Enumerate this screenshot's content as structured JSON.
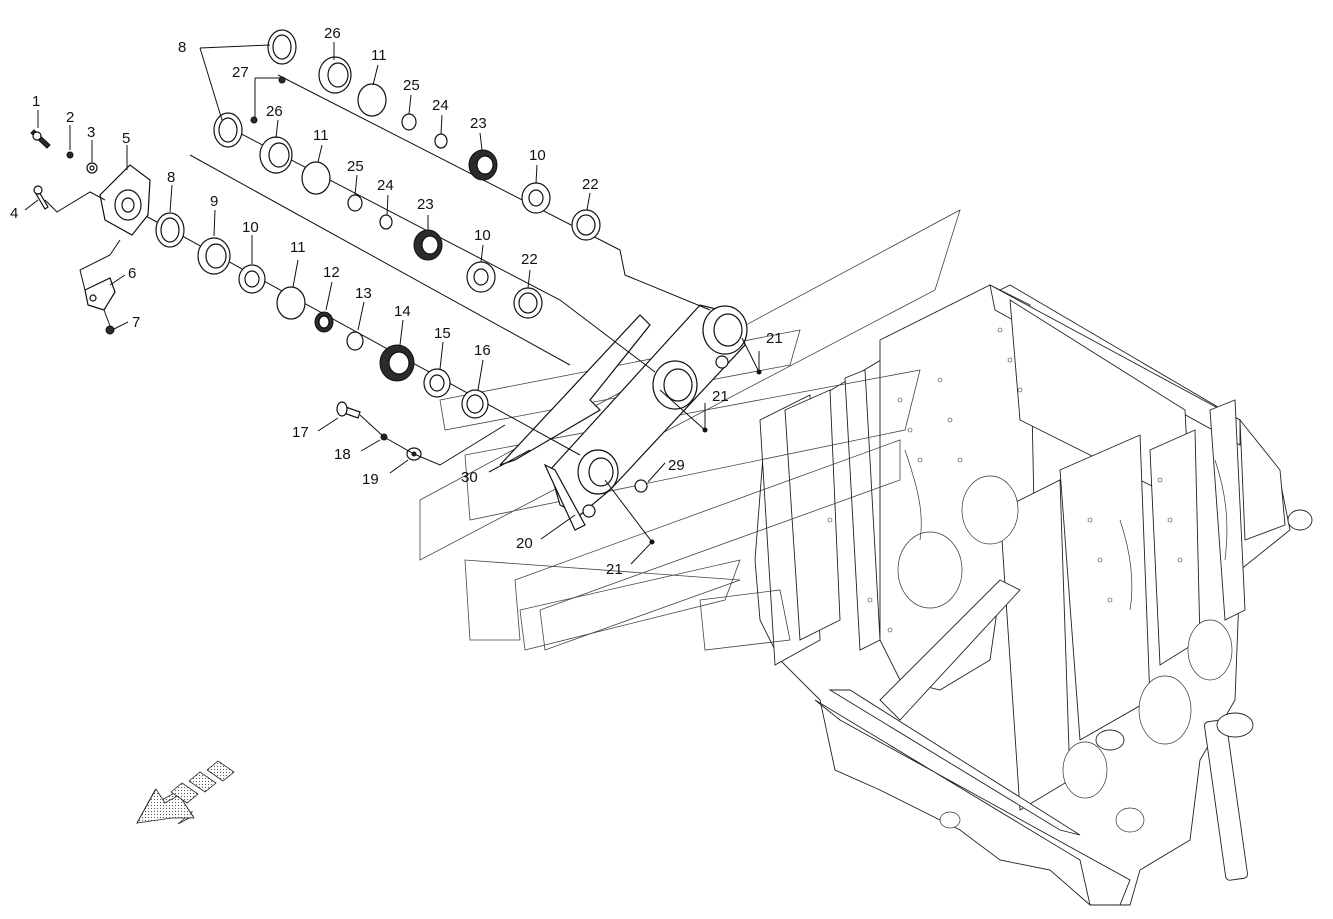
{
  "callouts": [
    {
      "id": "c1",
      "label": "1"
    },
    {
      "id": "c2",
      "label": "2"
    },
    {
      "id": "c3",
      "label": "3"
    },
    {
      "id": "c4",
      "label": "4"
    },
    {
      "id": "c5",
      "label": "5"
    },
    {
      "id": "c6",
      "label": "6"
    },
    {
      "id": "c7",
      "label": "7"
    },
    {
      "id": "c8a",
      "label": "8"
    },
    {
      "id": "c8b",
      "label": "8"
    },
    {
      "id": "c9",
      "label": "9"
    },
    {
      "id": "c10a",
      "label": "10"
    },
    {
      "id": "c10b",
      "label": "10"
    },
    {
      "id": "c10c",
      "label": "10"
    },
    {
      "id": "c11a",
      "label": "11"
    },
    {
      "id": "c11b",
      "label": "11"
    },
    {
      "id": "c11c",
      "label": "11"
    },
    {
      "id": "c12",
      "label": "12"
    },
    {
      "id": "c13",
      "label": "13"
    },
    {
      "id": "c14",
      "label": "14"
    },
    {
      "id": "c15",
      "label": "15"
    },
    {
      "id": "c16",
      "label": "16"
    },
    {
      "id": "c17",
      "label": "17"
    },
    {
      "id": "c18",
      "label": "18"
    },
    {
      "id": "c19",
      "label": "19"
    },
    {
      "id": "c20",
      "label": "20"
    },
    {
      "id": "c21a",
      "label": "21"
    },
    {
      "id": "c21b",
      "label": "21"
    },
    {
      "id": "c21c",
      "label": "21"
    },
    {
      "id": "c22a",
      "label": "22"
    },
    {
      "id": "c22b",
      "label": "22"
    },
    {
      "id": "c23a",
      "label": "23"
    },
    {
      "id": "c23b",
      "label": "23"
    },
    {
      "id": "c24a",
      "label": "24"
    },
    {
      "id": "c24b",
      "label": "24"
    },
    {
      "id": "c25a",
      "label": "25"
    },
    {
      "id": "c25b",
      "label": "25"
    },
    {
      "id": "c26a",
      "label": "26"
    },
    {
      "id": "c26b",
      "label": "26"
    },
    {
      "id": "c27",
      "label": "27"
    },
    {
      "id": "c29",
      "label": "29"
    },
    {
      "id": "c30",
      "label": "30"
    }
  ],
  "direction_arrow": {
    "icon": "forward-direction-arrow-icon"
  }
}
